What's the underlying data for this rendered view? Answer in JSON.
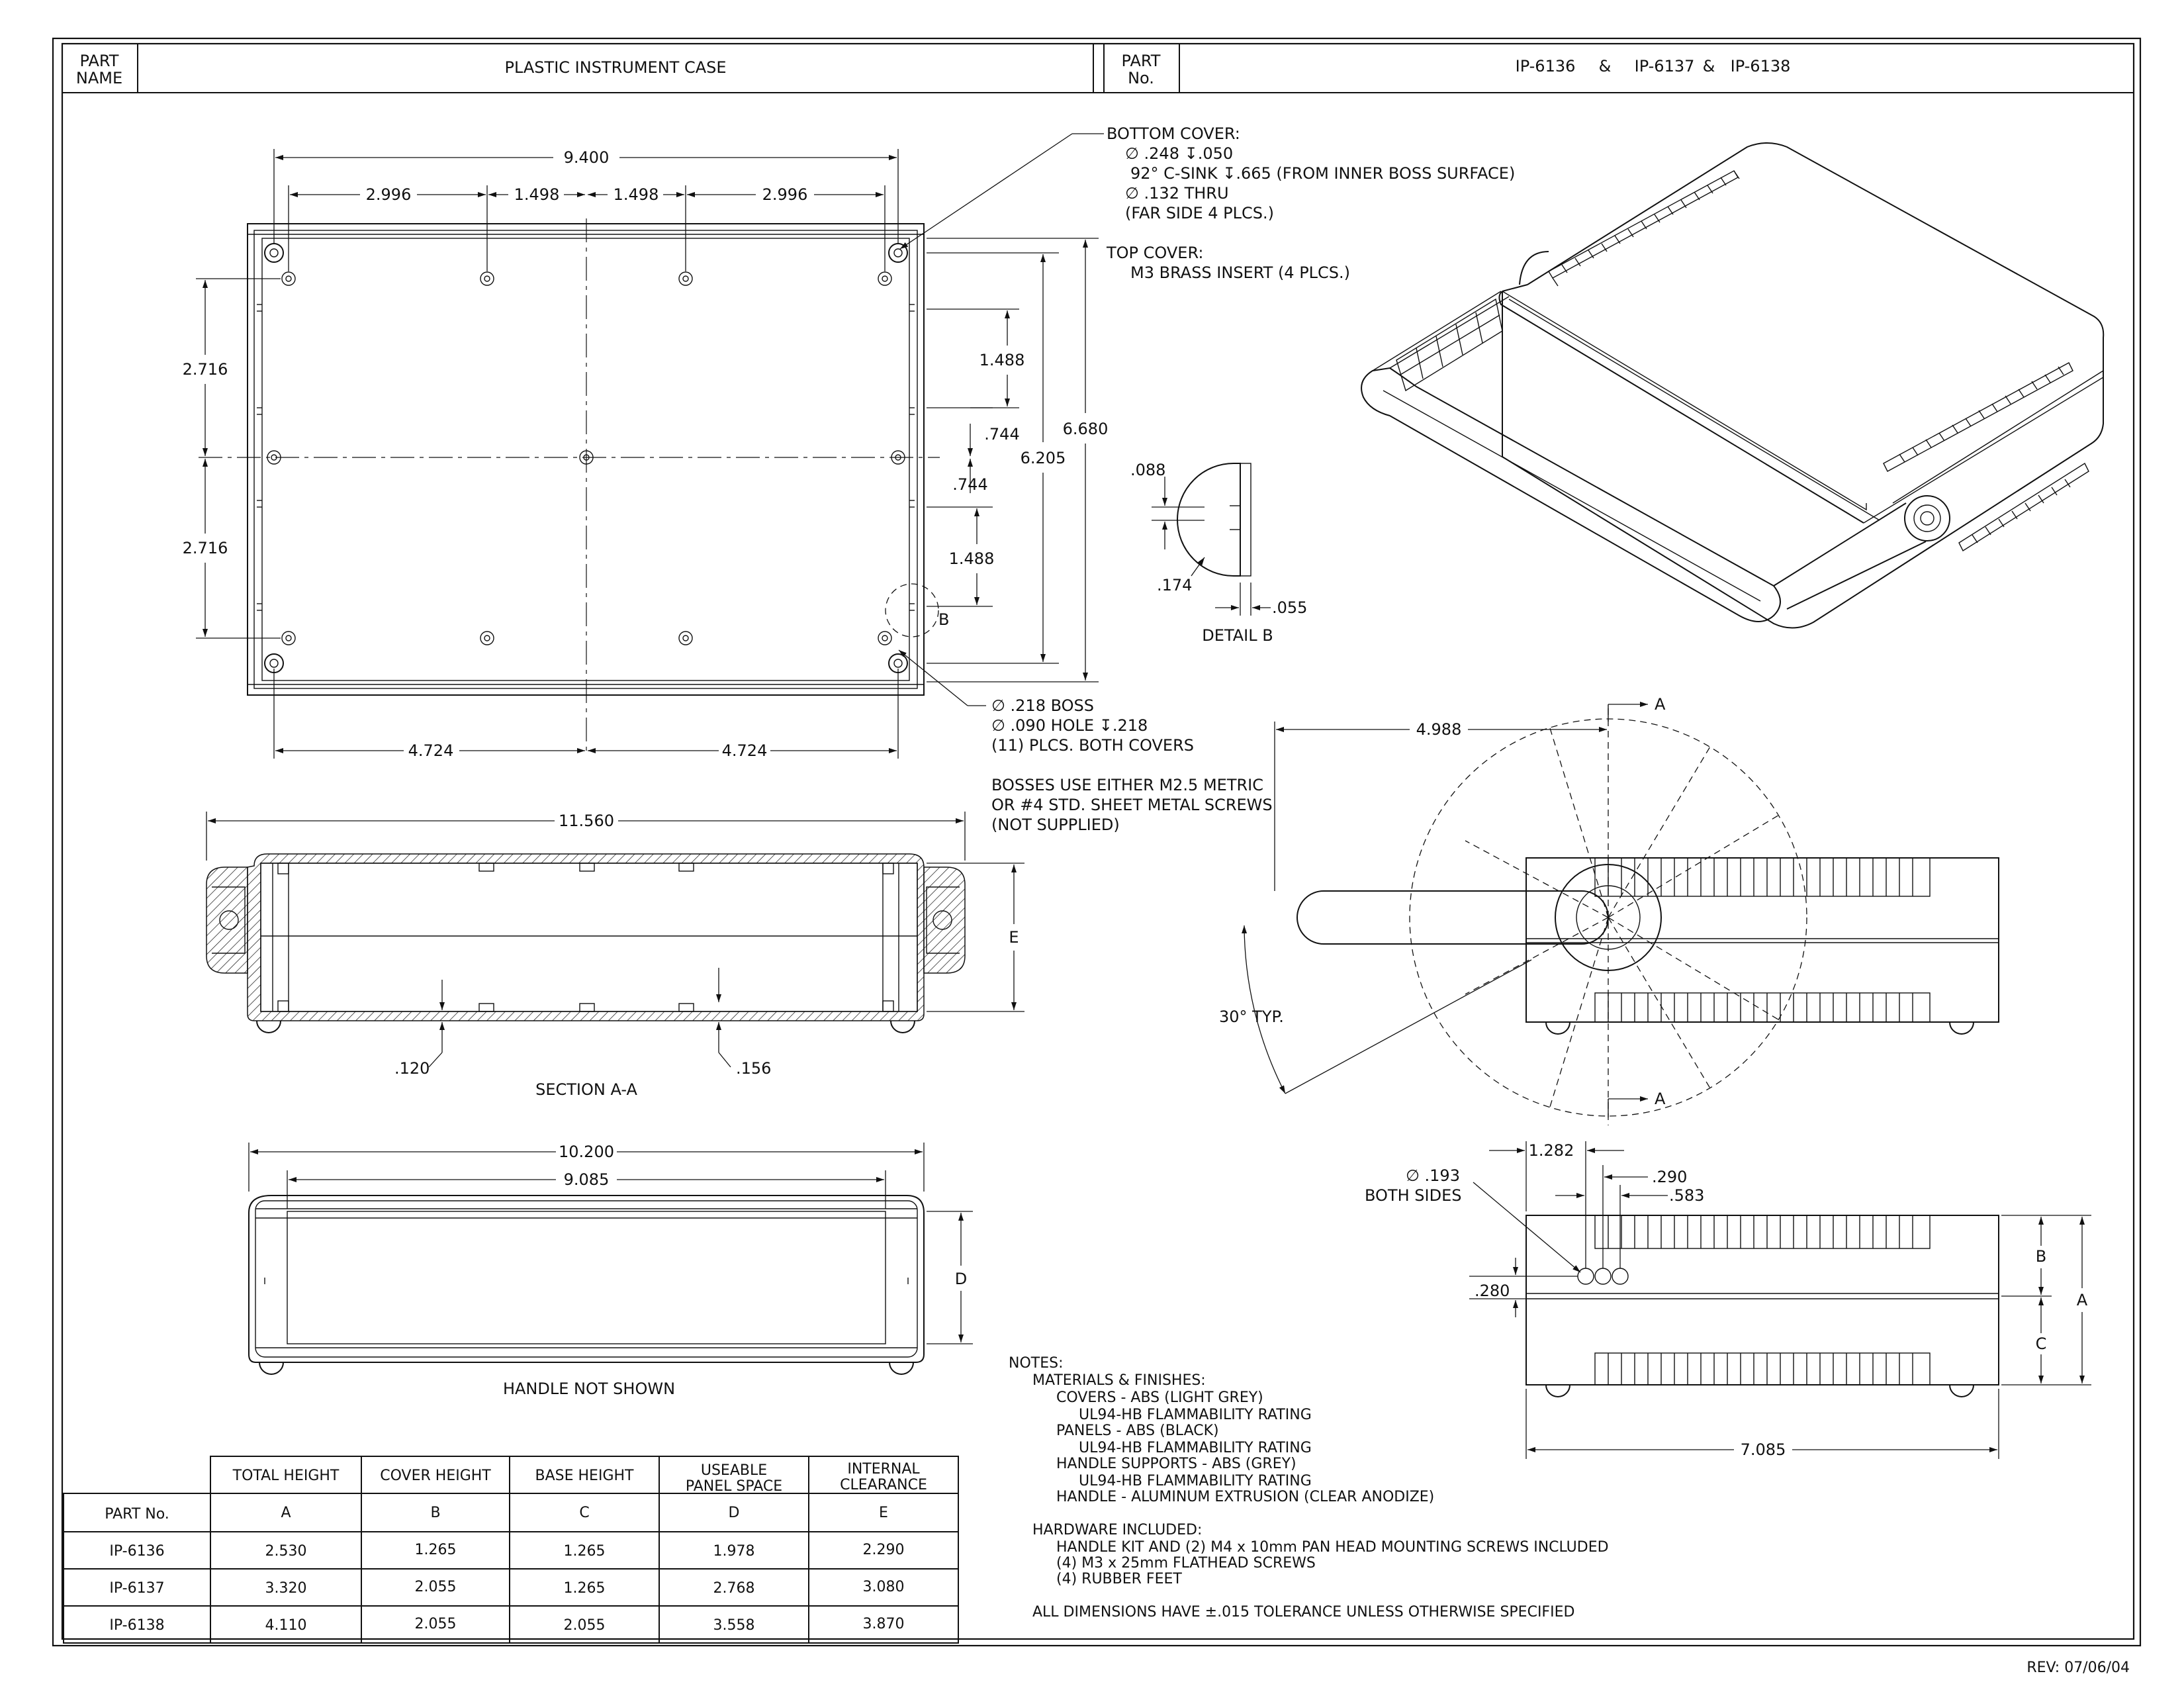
{
  "title_block": {
    "part_name_label": "PART NAME",
    "part_name_value": "PLASTIC INSTRUMENT CASE",
    "part_no_label": "PART No.",
    "part_no_1": "IP-6136",
    "amp_1": "&",
    "part_no_2": "IP-6137",
    "amp_2": "&",
    "part_no_3": "IP-6138"
  },
  "top_view": {
    "dim_overall": "9.400",
    "dim_a": "2.996",
    "dim_b": "1.498",
    "dim_c": "1.498",
    "dim_d": "2.996",
    "dim_left_upper": "2.716",
    "dim_left_lower": "2.716",
    "dim_r_1488_upper": "1.488",
    "dim_r_744_upper": ".744",
    "dim_r_744_lower": ".744",
    "dim_r_1488_lower": "1.488",
    "dim_6205": "6.205",
    "dim_6680": "6.680",
    "dim_bottom_left": "4.724",
    "dim_bottom_right": "4.724",
    "detail_callout": "B"
  },
  "notes_bottom_cover": {
    "l1": "BOTTOM COVER:",
    "l2": "∅ .248 ↧.050",
    "l3": "92° C-SINK ↧.665 (FROM INNER BOSS SURFACE)",
    "l4": "∅ .132 THRU",
    "l5": "(FAR SIDE 4 PLCS.)",
    "l6": "TOP COVER:",
    "l7": "M3 BRASS INSERT (4 PLCS.)"
  },
  "detail_b": {
    "dim_088": ".088",
    "dim_174": ".174",
    "dim_055": ".055",
    "caption": "DETAIL B"
  },
  "boss_notes": {
    "l1": "∅ .218 BOSS",
    "l2": "∅ .090 HOLE ↧.218",
    "l3": "(11) PLCS. BOTH COVERS",
    "l4": "BOSSES USE EITHER M2.5 METRIC",
    "l5": "OR #4 STD. SHEET METAL SCREWS",
    "l6": "(NOT SUPPLIED)"
  },
  "section_aa": {
    "dim_overall": "11.560",
    "dim_e": "E",
    "dim_120": ".120",
    "dim_156": ".156",
    "caption": "SECTION A-A"
  },
  "front_view": {
    "dim_10200": "10.200",
    "dim_9085": "9.085",
    "dim_d": "D",
    "caption": "HANDLE NOT SHOWN"
  },
  "side_view_top": {
    "dim_4988": "4.988",
    "section_a_top": "A",
    "section_a_bottom": "A",
    "angle": "30° TYP."
  },
  "side_view_bottom": {
    "dia_label": "∅ .193",
    "dia_sub": "BOTH SIDES",
    "dim_1282": "1.282",
    "dim_290": ".290",
    "dim_583": ".583",
    "dim_280": ".280",
    "dim_b": "B",
    "dim_a": "A",
    "dim_c": "C",
    "dim_7085": "7.085"
  },
  "table": {
    "headers": [
      "TOTAL HEIGHT",
      "COVER HEIGHT",
      "BASE HEIGHT",
      "USEABLE PANEL SPACE",
      "INTERNAL CLEARANCE"
    ],
    "row_label_header": "PART No.",
    "letters": [
      "A",
      "B",
      "C",
      "D",
      "E"
    ],
    "rows": [
      {
        "part": "IP-6136",
        "values": [
          "2.530",
          "1.265",
          "1.265",
          "1.978",
          "2.290"
        ]
      },
      {
        "part": "IP-6137",
        "values": [
          "3.320",
          "2.055",
          "1.265",
          "2.768",
          "3.080"
        ]
      },
      {
        "part": "IP-6138",
        "values": [
          "4.110",
          "2.055",
          "2.055",
          "3.558",
          "3.870"
        ]
      }
    ]
  },
  "notes": {
    "heading": "NOTES:",
    "lines": [
      "MATERIALS & FINISHES:",
      "COVERS - ABS (LIGHT GREY)",
      "UL94-HB FLAMMABILITY RATING",
      "PANELS - ABS (BLACK)",
      "UL94-HB FLAMMABILITY RATING",
      "HANDLE SUPPORTS - ABS (GREY)",
      "UL94-HB FLAMMABILITY RATING",
      "HANDLE - ALUMINUM EXTRUSION (CLEAR ANODIZE)",
      "HARDWARE INCLUDED:",
      "HANDLE KIT AND (2) M4 x 10mm PAN HEAD MOUNTING SCREWS INCLUDED",
      "(4) M3 x 25mm FLATHEAD SCREWS",
      "(4) RUBBER FEET",
      "ALL DIMENSIONS HAVE ±.015 TOLERANCE UNLESS OTHERWISE SPECIFIED"
    ]
  },
  "revision": "REV: 07/06/04"
}
